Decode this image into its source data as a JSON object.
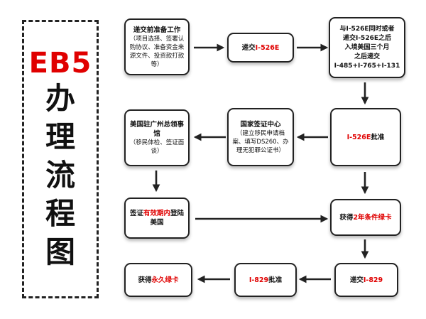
{
  "title": {
    "main": "EB5",
    "chars": [
      "办",
      "理",
      "流",
      "程",
      "图"
    ]
  },
  "nodes": {
    "prep": {
      "title": "递交前准备工作",
      "detail": "（项目选择、签署认购协议、准备资金来源文件、投资款打款等）"
    },
    "i526e_submit": {
      "prefix": "递交",
      "red": "I-526E"
    },
    "concurrent": {
      "line1": "与I-526E同时或者",
      "line2": "递交I-526E之后",
      "line3": "入境美国三个月",
      "line4": "之后递交",
      "line5": "I-485+I-765+I-131"
    },
    "i526e_approved": {
      "red": "I-526E",
      "suffix": "批准"
    },
    "nvc": {
      "title": "国家签证中心",
      "detail": "（建立移民申请档案、填写DS260、办理无犯罪公证书）"
    },
    "consulate": {
      "title": "美国驻广州总领事馆",
      "detail": "（移民体检、签证面谈）"
    },
    "enter_us": {
      "prefix": "签证",
      "red": "有效期内",
      "suffix": "登陆美国"
    },
    "conditional_gc": {
      "prefix": "获得",
      "red": "2年条件绿卡",
      "suffix": ""
    },
    "i829_submit": {
      "prefix": "递交",
      "red": "I-829"
    },
    "i829_approved": {
      "red": "I-829",
      "suffix": "批准"
    },
    "permanent_gc": {
      "prefix": "获得",
      "red": "永久绿卡"
    }
  },
  "colors": {
    "accent": "#e00000",
    "border": "#222222",
    "text": "#111111"
  }
}
